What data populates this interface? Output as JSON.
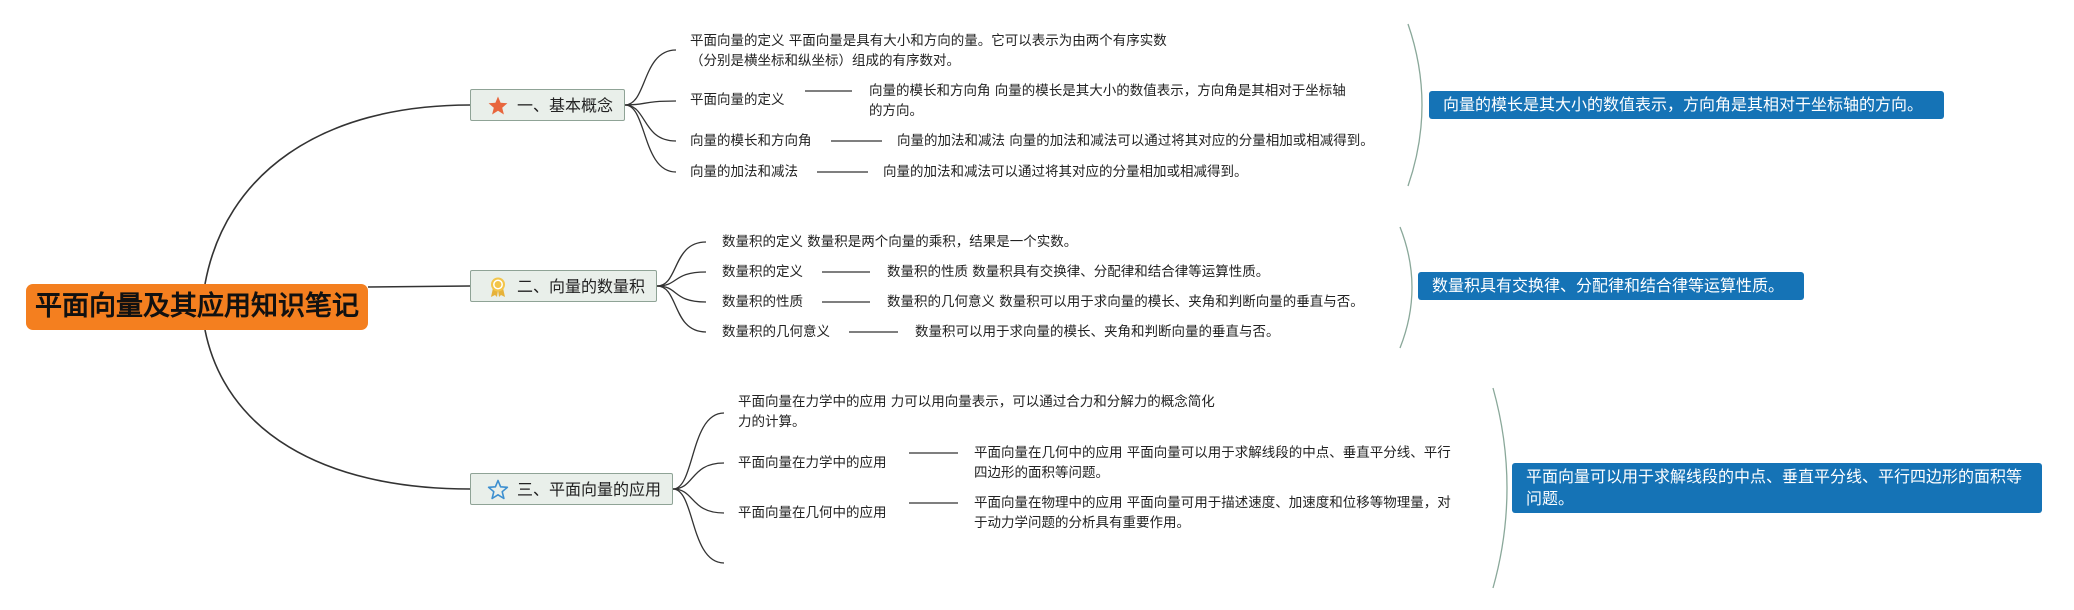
{
  "title": "平面向量及其应用知识笔记",
  "colors": {
    "root": "#f47f1f",
    "summary": "#1573b6",
    "category_bg": "#e9efea",
    "lines": "#333333",
    "bracket": "#8aa89a"
  },
  "sections": [
    {
      "label": "一、基本概念",
      "icon": "star-icon",
      "items": [
        {
          "lines": [
            "平面向量的定义 平面向量是具有大小和方向的量。它可以表示为由两个有序实数",
            "（分别是横坐标和纵坐标）组成的有序数对。"
          ]
        },
        {
          "lines": [
            "平面向量的定义"
          ],
          "detail": [
            "向量的模长和方向角 向量的模长是其大小的数值表示，方向角是其相对于坐标轴",
            "的方向。"
          ]
        },
        {
          "lines": [
            "向量的模长和方向角"
          ],
          "detail": [
            "向量的加法和减法 向量的加法和减法可以通过将其对应的分量相加或相减得到。"
          ]
        },
        {
          "lines": [
            "向量的加法和减法"
          ],
          "detail": [
            "向量的加法和减法可以通过将其对应的分量相加或相减得到。"
          ]
        }
      ],
      "summary": [
        "向量的模长是其大小的数值表示，方向角是其相对于坐标轴的方向。"
      ]
    },
    {
      "label": "二、向量的数量积",
      "icon": "award-ribbon-icon",
      "items": [
        {
          "lines": [
            "数量积的定义 数量积是两个向量的乘积，结果是一个实数。"
          ]
        },
        {
          "lines": [
            "数量积的定义"
          ],
          "detail": [
            "数量积的性质 数量积具有交换律、分配律和结合律等运算性质。"
          ]
        },
        {
          "lines": [
            "数量积的性质"
          ],
          "detail": [
            "数量积的几何意义 数量积可以用于求向量的模长、夹角和判断向量的垂直与否。"
          ]
        },
        {
          "lines": [
            "数量积的几何意义"
          ],
          "detail": [
            "数量积可以用于求向量的模长、夹角和判断向量的垂直与否。"
          ]
        }
      ],
      "summary": [
        "数量积具有交换律、分配律和结合律等运算性质。"
      ]
    },
    {
      "label": "三、平面向量的应用",
      "icon": "star-outline-icon",
      "items": [
        {
          "lines": [
            "平面向量在力学中的应用 力可以用向量表示，可以通过合力和分解力的概念简化",
            "力的计算。"
          ]
        },
        {
          "lines": [
            "平面向量在力学中的应用"
          ],
          "detail": [
            "平面向量在几何中的应用 平面向量可以用于求解线段的中点、垂直平分线、平行",
            "四边形的面积等问题。"
          ]
        },
        {
          "lines": [
            "平面向量在几何中的应用"
          ],
          "detail": [
            "平面向量在物理中的应用 平面向量可用于描述速度、加速度和位移等物理量，对",
            "于动力学问题的分析具有重要作用。"
          ]
        }
      ],
      "summary": [
        "平面向量可以用于求解线段的中点、垂直平分线、平行四边形的面积等",
        "问题。"
      ]
    }
  ]
}
